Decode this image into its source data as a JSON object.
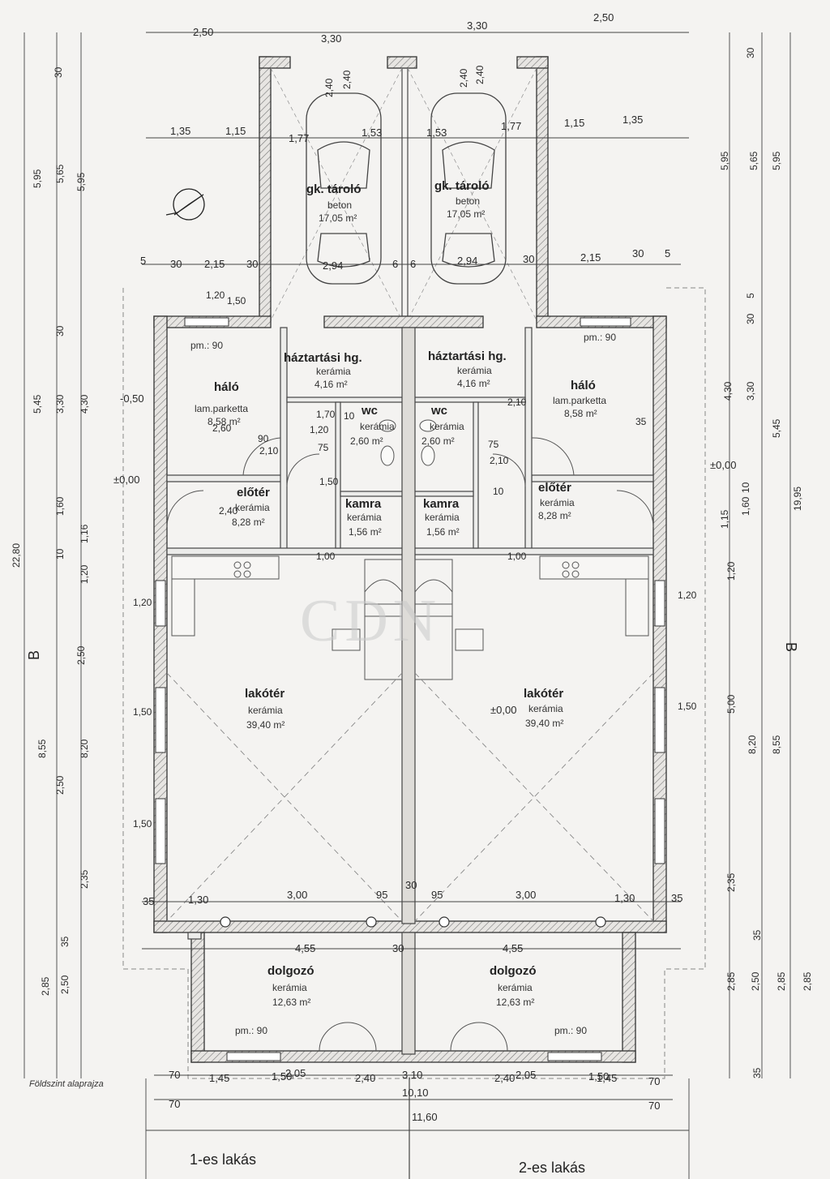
{
  "drawing": {
    "caption": "Földszint alaprajza",
    "units": [
      "1-es lakás",
      "2-es lakás"
    ],
    "watermark": "CDN"
  },
  "rooms": {
    "garage_left": {
      "name": "gk. tároló",
      "material": "beton",
      "area": "17,05 m²"
    },
    "garage_right": {
      "name": "gk. tároló",
      "material": "beton",
      "area": "17,05 m²"
    },
    "hh_left": {
      "name": "háztartási hg.",
      "material": "kerámia",
      "area": "4,16 m²"
    },
    "hh_right": {
      "name": "háztartási hg.",
      "material": "kerámia",
      "area": "4,16 m²"
    },
    "bed_left": {
      "name": "háló",
      "material": "lam.parketta",
      "area": "8,58 m²"
    },
    "bed_right": {
      "name": "háló",
      "material": "lam.parketta",
      "area": "8,58 m²"
    },
    "wc_left": {
      "name": "wc",
      "material": "kerámia",
      "area": "2,60 m²"
    },
    "wc_right": {
      "name": "wc",
      "material": "kerámia",
      "area": "2,60 m²"
    },
    "hall_left": {
      "name": "előtér",
      "material": "kerámia",
      "area": "8,28 m²"
    },
    "hall_right": {
      "name": "előtér",
      "material": "kerámia",
      "area": "8,28 m²"
    },
    "pantry_left": {
      "name": "kamra",
      "material": "kerámia",
      "area": "1,56 m²"
    },
    "pantry_right": {
      "name": "kamra",
      "material": "kerámia",
      "area": "1,56 m²"
    },
    "living_left": {
      "name": "lakótér",
      "material": "kerámia",
      "area": "39,40 m²"
    },
    "living_right": {
      "name": "lakótér",
      "material": "kerámia",
      "area": "39,40 m²"
    },
    "study_left": {
      "name": "dolgozó",
      "material": "kerámia",
      "area": "12,63 m²"
    },
    "study_right": {
      "name": "dolgozó",
      "material": "kerámia",
      "area": "12,63 m²"
    }
  },
  "labels": {
    "pm90": "pm.: 90",
    "level_zero": "±0,00",
    "level_minus": "-0,50",
    "axis_b": "B"
  },
  "dims": {
    "top_row1": [
      "2,50",
      "3,30",
      "3,30",
      "2,50"
    ],
    "top_row2": [
      "1,35",
      "1,15",
      "1,77",
      "1,53",
      "1,53",
      "1,77",
      "1,15",
      "1,35"
    ],
    "garage_row": [
      "5",
      "30",
      "2,15",
      "30",
      "2,94",
      "6",
      "6",
      "2,94",
      "30",
      "2,15",
      "30",
      "5"
    ],
    "garage_height": [
      "2,40",
      "2,40",
      "2,40",
      "2,40"
    ],
    "living_bottom": [
      "35",
      "1,30",
      "3,00",
      "95",
      "30",
      "95",
      "3,00",
      "1,30",
      "35"
    ],
    "study_width": [
      "4,55",
      "30",
      "4,55"
    ],
    "bottom_row1": [
      "70",
      "1,45",
      "1,50",
      "2,05",
      "2,40",
      "3,10",
      "2,40",
      "2,05",
      "1,50",
      "1,45",
      "70"
    ],
    "bottom_row2": [
      "70",
      "10,10",
      "70"
    ],
    "bottom_total": "11,60",
    "left_chain": [
      "30",
      "5,95",
      "5,65",
      "5,95",
      "30",
      "3,30",
      "4,30",
      "5,45",
      "1,60",
      "1,16",
      "10",
      "1,20",
      "2,50",
      "8,20",
      "8,55",
      "2,50",
      "2,35",
      "35",
      "2,85",
      "2,50",
      "22,80"
    ],
    "right_chain": [
      "30",
      "5,95",
      "5,65",
      "5,95",
      "5",
      "30",
      "3,30",
      "4,30",
      "5,45",
      "10",
      "1,60",
      "1,15",
      "19,95",
      "1,20",
      "5,00",
      "8,20",
      "8,55",
      "2,35",
      "35",
      "2,85",
      "2,50",
      "2,85",
      "2,85",
      "35"
    ],
    "inner": [
      "1,20",
      "1,50",
      "90",
      "2,10",
      "75",
      "1,00",
      "2,40",
      "1,50",
      "2,60",
      "1,20",
      "1,70",
      "10",
      "2,10",
      "1,00",
      "75",
      "2,10",
      "35",
      "10",
      "1,20",
      "1,50",
      "1,50",
      "1,20",
      "1,50"
    ]
  }
}
